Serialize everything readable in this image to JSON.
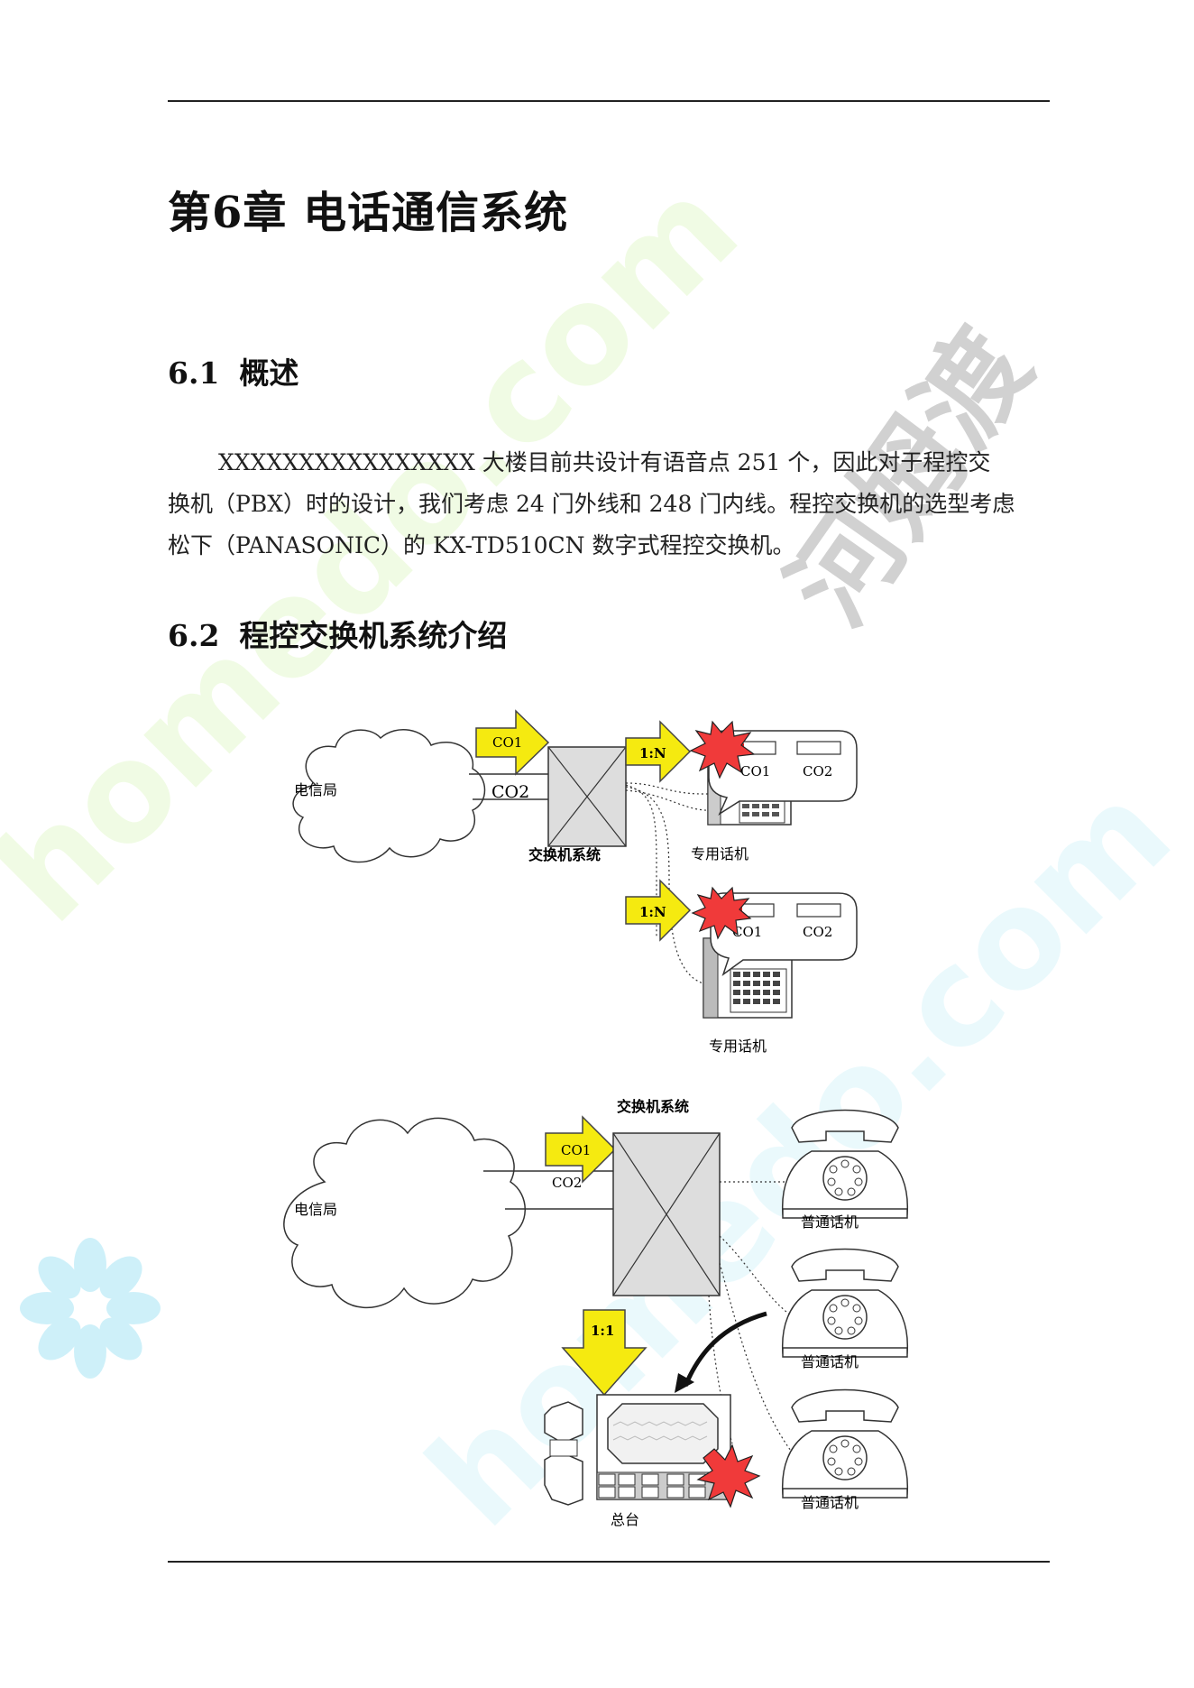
{
  "chapter_title": "第6章 电话通信系统",
  "sections": [
    {
      "number": "6.1",
      "title": "概述"
    },
    {
      "number": "6.2",
      "title": "程控交换机系统介绍"
    }
  ],
  "paragraph_lines": [
    "XXXXXXXXXXXXXXXX 大楼目前共设计有语音点 251 个，因此对于程控交",
    "换机（PBX）时的设计，我们考虑 24 门外线和 248 门内线。程控交换机的选型考虑",
    "松下（PANASONIC）的 KX-TD510CN 数字式程控交换机。"
  ],
  "watermark": {
    "brand": "homedo.com",
    "brand_cn": "河姆渡"
  },
  "figure1": {
    "telecom_label": "电信局",
    "co1_label": "CO1",
    "co2_label": "CO2",
    "switch_label": "交换机系统",
    "ratio_label_top": "1:N",
    "ratio_label_bottom": "1:N",
    "phone_top": {
      "key1": "CO1",
      "key2": "CO2",
      "label": "专用话机"
    },
    "phone_bottom": {
      "key1": "CO1",
      "key2": "CO2",
      "label": "专用话机"
    }
  },
  "figure2": {
    "telecom_label": "电信局",
    "co1_label": "CO1",
    "co2_label": "CO2",
    "switch_label": "交换机系统",
    "ratio_label": "1:1",
    "phone_labels": [
      "普通话机",
      "普通话机",
      "普通话机"
    ],
    "console_label": "总台"
  }
}
